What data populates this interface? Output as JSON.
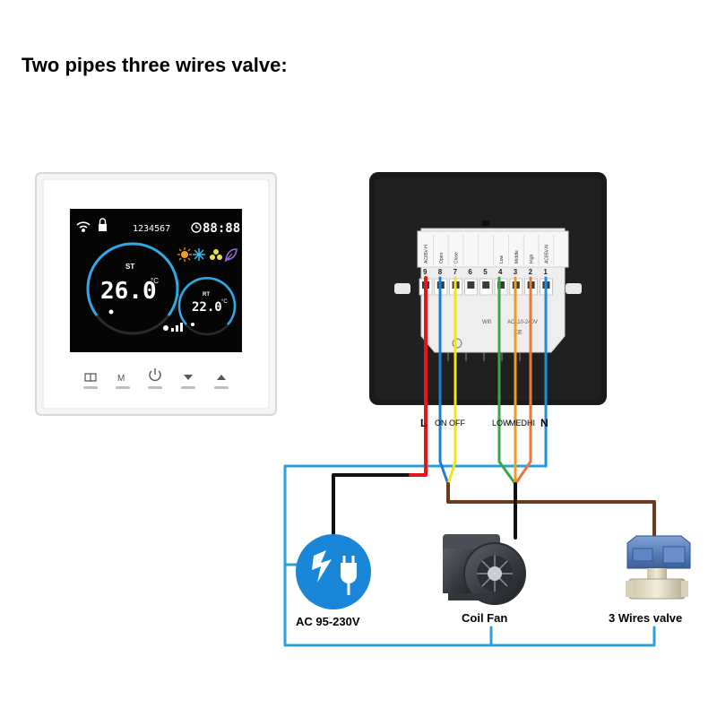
{
  "title": "Two pipes three wires valve:",
  "thermostat": {
    "status_digits": "1234567",
    "clock": "88:88",
    "set_label": "ST",
    "set_temp": "26.0",
    "set_unit": "°C",
    "room_label": "RT",
    "room_temp": "22.0",
    "room_unit": "°C",
    "buttons": [
      "book-icon",
      "M",
      "power-icon",
      "down-triangle-icon",
      "up-triangle-icon"
    ],
    "mode_button_label": "M"
  },
  "terminal_block": {
    "numbers": [
      "9",
      "8",
      "7",
      "6",
      "5",
      "4",
      "3",
      "2",
      "1"
    ],
    "top_labels": [
      "AC85V-H",
      "Open",
      "Close",
      "",
      "",
      "Low",
      "Middle",
      "High",
      "AC85V-N"
    ],
    "rating_text": "AC110-240V",
    "wifi_text": "Wifi"
  },
  "wire_labels": [
    "L",
    "ON",
    "OFF",
    "LOW",
    "MED",
    "HI",
    "N"
  ],
  "devices": {
    "power": "AC 95-230V",
    "fan": "Coil Fan",
    "valve": "3 Wires valve"
  },
  "colors": {
    "L": "#e8141c",
    "ON": "#1b7fd0",
    "OFF": "#f5e31a",
    "LOW": "#3aa64a",
    "MED": "#f39a1e",
    "HI": "#e8773f",
    "N": "#1b8ee0",
    "bus_blue": "#2b9fd9",
    "bus_brown": "#6b3a1e",
    "black": "#111111"
  }
}
